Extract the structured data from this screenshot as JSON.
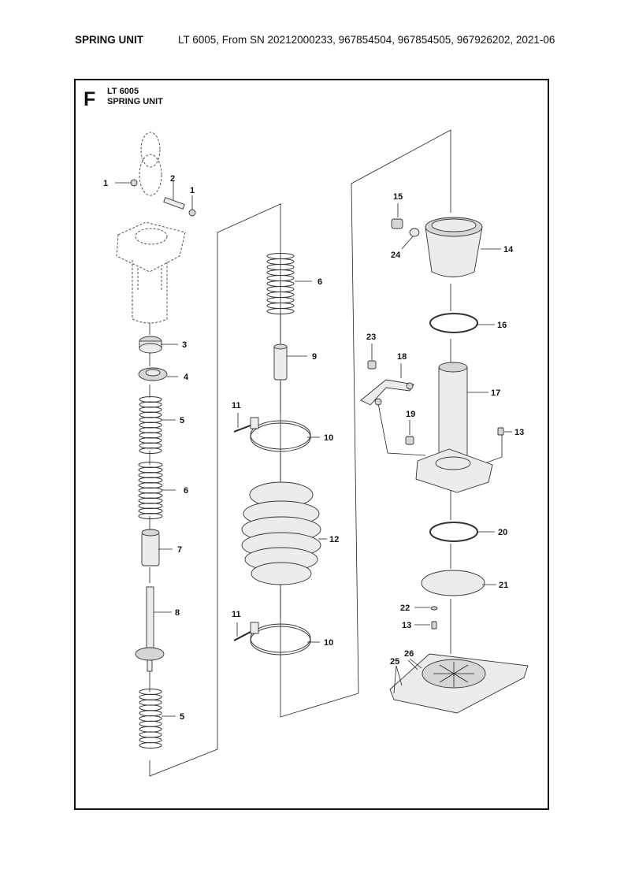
{
  "header": {
    "title": "SPRING UNIT",
    "info": "LT 6005, From SN 20212000233, 967854504, 967854505, 967926202, 2021-06"
  },
  "section": {
    "letter": "F",
    "model": "LT 6005",
    "name": "SPRING UNIT"
  },
  "callouts": {
    "c1a": "1",
    "c1b": "1",
    "c2": "2",
    "c3": "3",
    "c4": "4",
    "c5a": "5",
    "c5b": "5",
    "c6a": "6",
    "c6b": "6",
    "c7": "7",
    "c8": "8",
    "c9": "9",
    "c10a": "10",
    "c10b": "10",
    "c11a": "11",
    "c11b": "11",
    "c12": "12",
    "c13a": "13",
    "c13b": "13",
    "c14": "14",
    "c15": "15",
    "c16": "16",
    "c17": "17",
    "c18": "18",
    "c19": "19",
    "c20": "20",
    "c21": "21",
    "c22": "22",
    "c23": "23",
    "c24": "24",
    "c25": "25",
    "c26": "26"
  }
}
